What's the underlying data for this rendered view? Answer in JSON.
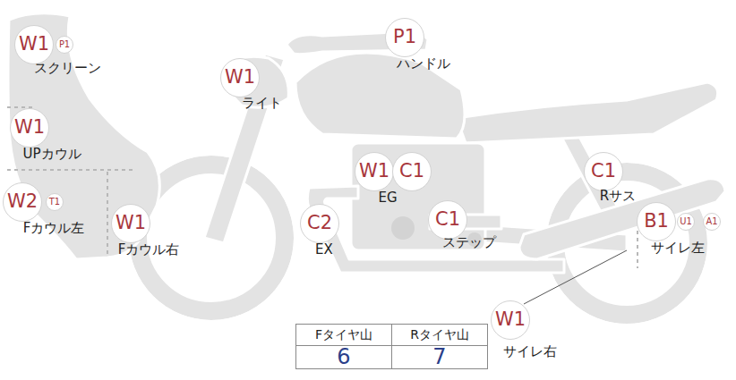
{
  "diagram": {
    "nodes": [
      {
        "text": [
          "W1",
          "スクリーン"
        ]
      },
      {
        "text": [
          "P1"
        ]
      },
      {
        "text": [
          "P1",
          "ハンドル"
        ]
      },
      {
        "text": [
          "W1",
          "ライト"
        ]
      },
      {
        "text": [
          "W1",
          "UPカウル"
        ]
      },
      {
        "text": [
          "W1",
          "EG"
        ]
      },
      {
        "text": [
          "C1"
        ]
      },
      {
        "text": [
          "C1",
          "Rサス"
        ]
      },
      {
        "text": [
          "W2",
          "Fカウル左"
        ]
      },
      {
        "text": [
          "T1"
        ]
      },
      {
        "text": [
          "W1",
          "Fカウル右"
        ]
      },
      {
        "text": [
          "C2",
          "EX"
        ]
      },
      {
        "text": [
          "C1",
          "ステップ"
        ]
      },
      {
        "text": [
          "B1",
          "サイレ左"
        ]
      },
      {
        "text": [
          "U1"
        ]
      },
      {
        "text": [
          "A1"
        ]
      },
      {
        "text": [
          "W1",
          "サイレ右"
        ]
      }
    ],
    "labels": [
      "Fタイヤ山",
      "Rタイヤ山",
      "6",
      "7"
    ]
  }
}
